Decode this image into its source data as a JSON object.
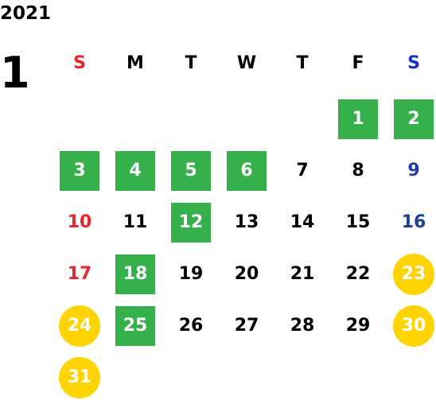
{
  "year": "2021",
  "month": "1",
  "weekdays": [
    {
      "label": "S",
      "color": "#e8262a"
    },
    {
      "label": "M",
      "color": "#000000"
    },
    {
      "label": "T",
      "color": "#000000"
    },
    {
      "label": "W",
      "color": "#000000"
    },
    {
      "label": "T",
      "color": "#000000"
    },
    {
      "label": "F",
      "color": "#000000"
    },
    {
      "label": "S",
      "color": "#1030d0"
    }
  ],
  "colors": {
    "holiday_bg": "#35b04a",
    "event_bg": "#ffd400",
    "sunday_text": "#e8262a",
    "saturday_text": "#1e3f99",
    "weekday_text": "#000000"
  },
  "days": [
    {
      "day": "1",
      "type": "holiday"
    },
    {
      "day": "2",
      "type": "holiday"
    },
    {
      "day": "3",
      "type": "holiday"
    },
    {
      "day": "4",
      "type": "holiday"
    },
    {
      "day": "5",
      "type": "holiday"
    },
    {
      "day": "6",
      "type": "holiday"
    },
    {
      "day": "7",
      "type": "normal"
    },
    {
      "day": "8",
      "type": "normal"
    },
    {
      "day": "9",
      "type": "normal"
    },
    {
      "day": "10",
      "type": "normal"
    },
    {
      "day": "11",
      "type": "normal"
    },
    {
      "day": "12",
      "type": "holiday"
    },
    {
      "day": "13",
      "type": "normal"
    },
    {
      "day": "14",
      "type": "normal"
    },
    {
      "day": "15",
      "type": "normal"
    },
    {
      "day": "16",
      "type": "normal"
    },
    {
      "day": "17",
      "type": "normal"
    },
    {
      "day": "18",
      "type": "holiday"
    },
    {
      "day": "19",
      "type": "normal"
    },
    {
      "day": "20",
      "type": "normal"
    },
    {
      "day": "21",
      "type": "normal"
    },
    {
      "day": "22",
      "type": "normal"
    },
    {
      "day": "23",
      "type": "event"
    },
    {
      "day": "24",
      "type": "event"
    },
    {
      "day": "25",
      "type": "holiday"
    },
    {
      "day": "26",
      "type": "normal"
    },
    {
      "day": "27",
      "type": "normal"
    },
    {
      "day": "28",
      "type": "normal"
    },
    {
      "day": "29",
      "type": "normal"
    },
    {
      "day": "30",
      "type": "event"
    },
    {
      "day": "31",
      "type": "event"
    }
  ]
}
